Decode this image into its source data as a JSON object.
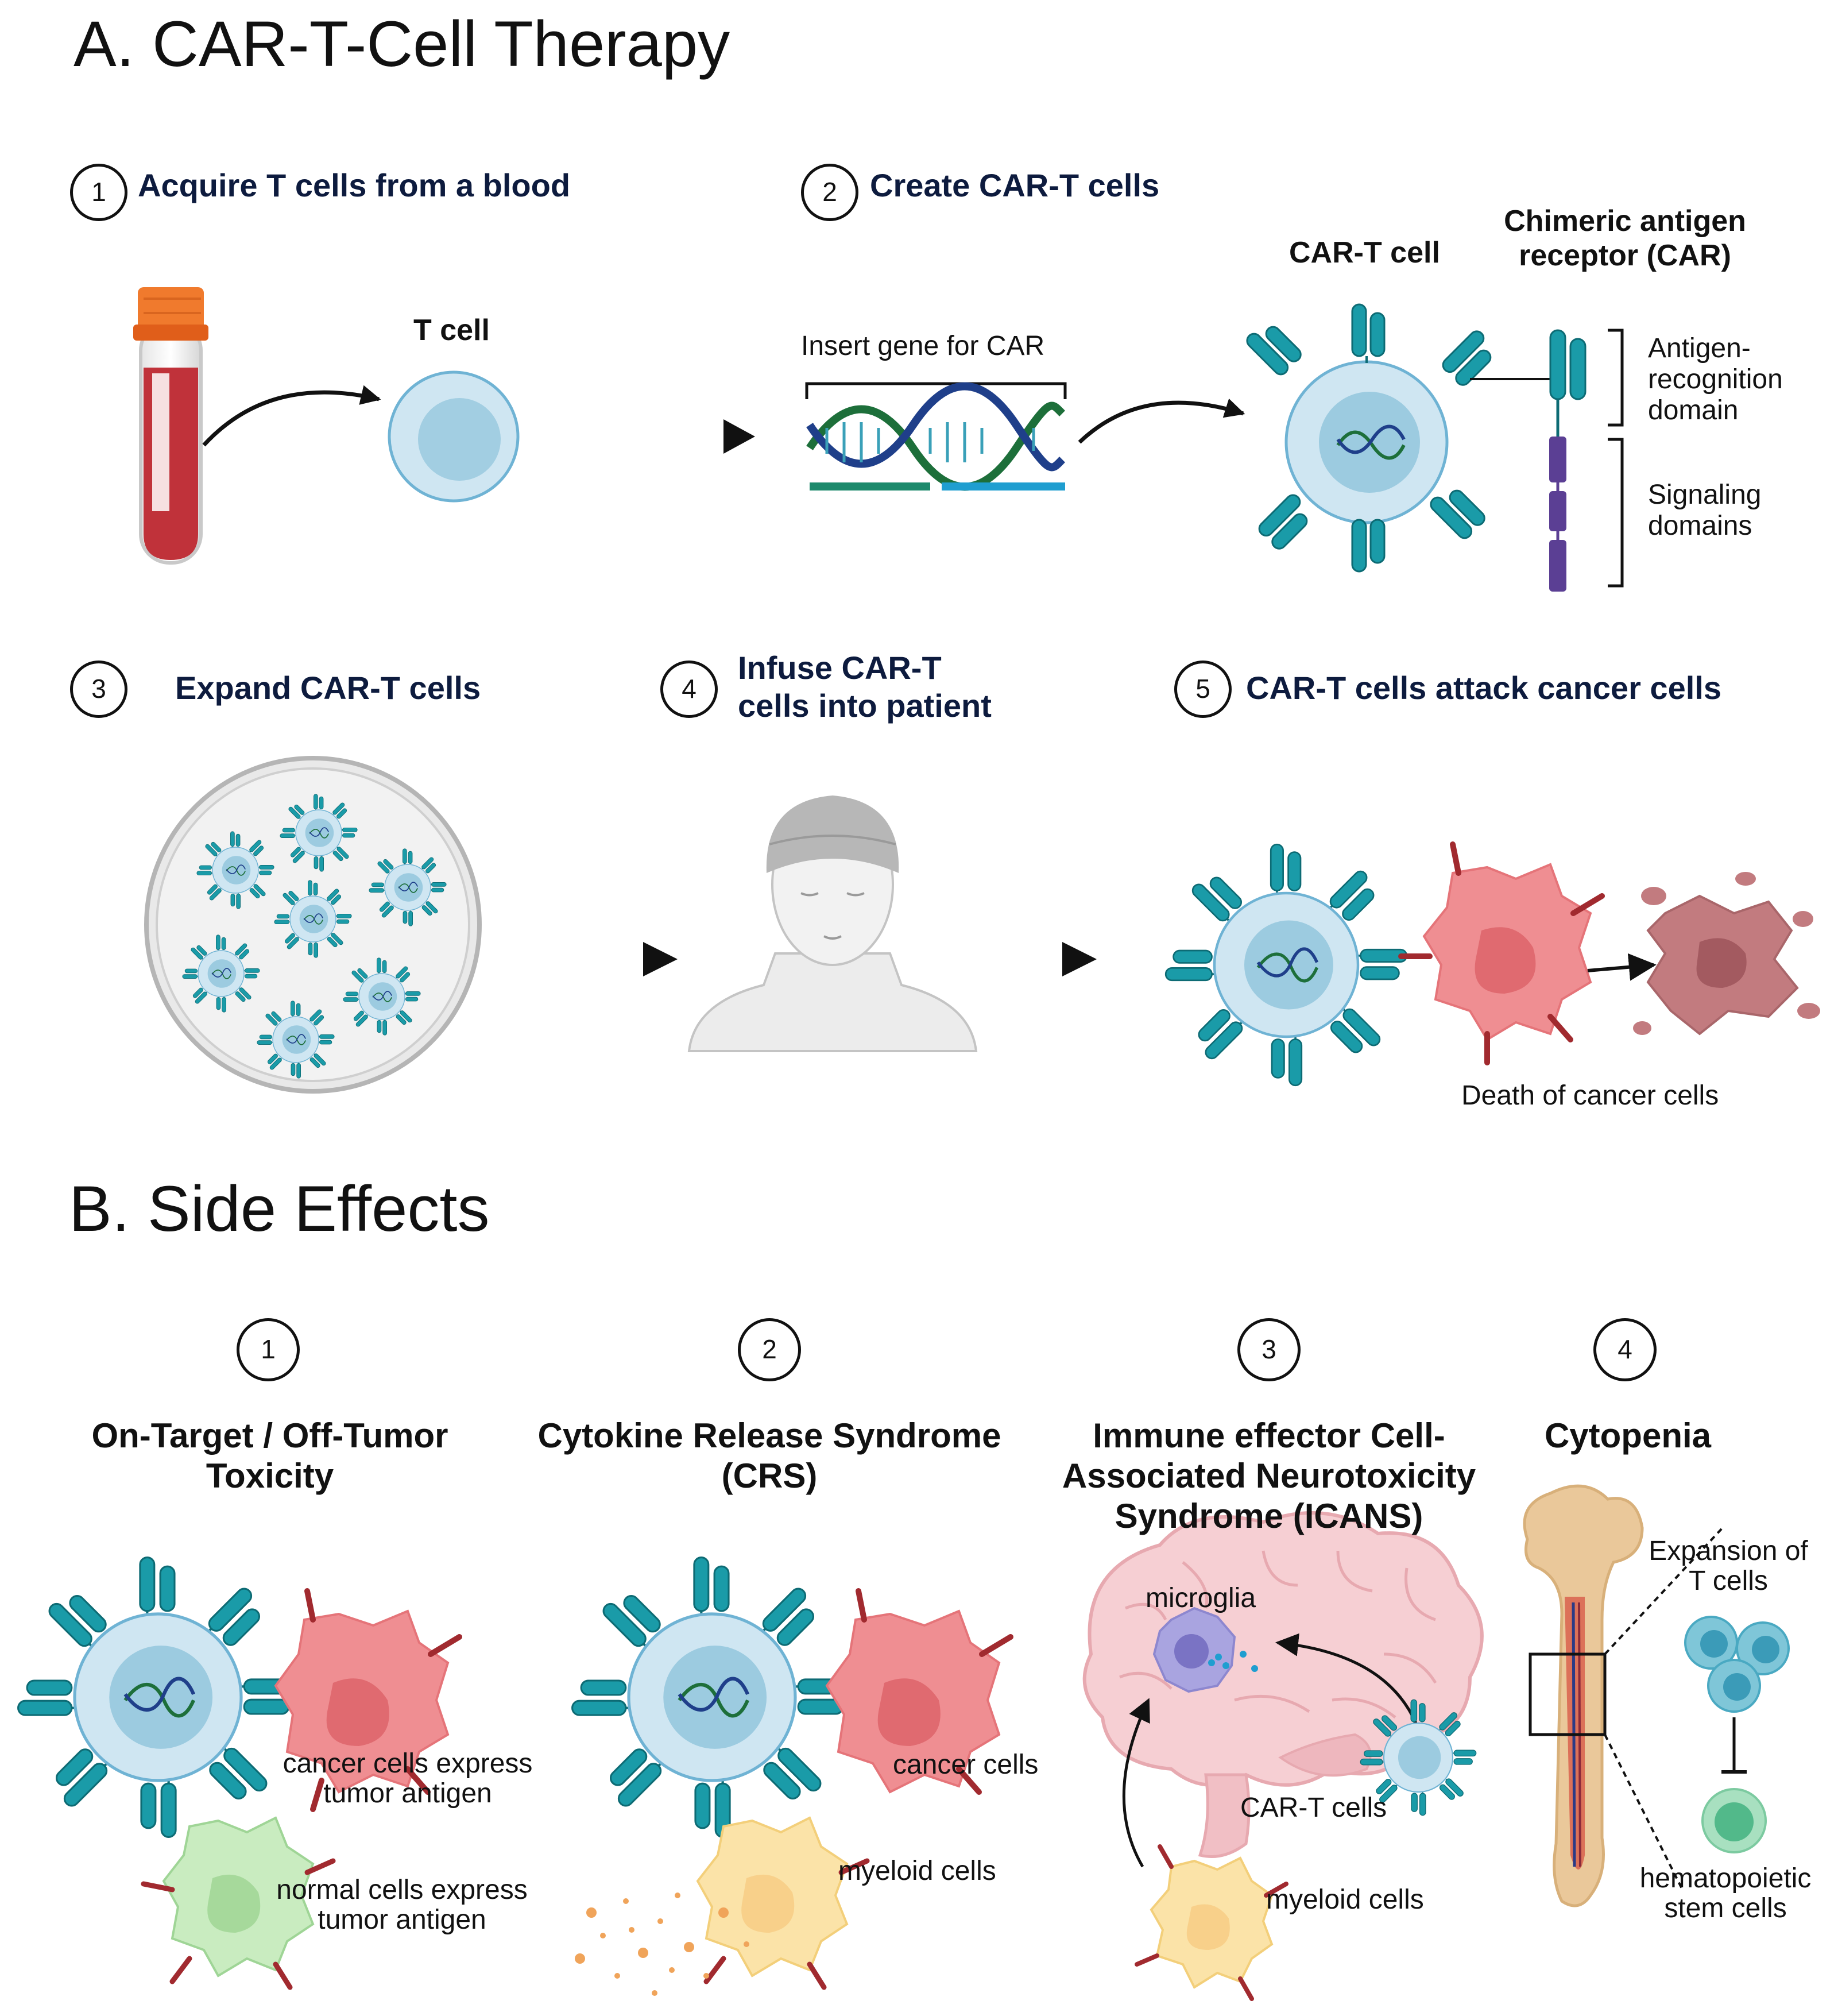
{
  "part_a": {
    "title": "A. CAR-T-Cell Therapy",
    "steps": [
      {
        "num": "1",
        "label": "Acquire T cells from a blood"
      },
      {
        "num": "2",
        "label": "Create CAR-T cells"
      },
      {
        "num": "3",
        "label": "Expand CAR-T cells"
      },
      {
        "num": "4",
        "label": "Infuse CAR-T cells into patient"
      },
      {
        "num": "5",
        "label": "CAR-T cells attack cancer cells"
      }
    ],
    "labels": {
      "t_cell": "T cell",
      "insert_gene": "Insert gene for CAR",
      "car_t_cell": "CAR-T cell",
      "car_receptor": "Chimeric antigen receptor (CAR)",
      "antigen_domain": "Antigen-recognition domain",
      "signaling_domains": "Signaling domains",
      "death": "Death of cancer cells"
    }
  },
  "part_b": {
    "title": "B. Side Effects",
    "effects": [
      {
        "num": "1",
        "title": "On-Target / Off-Tumor Toxicity"
      },
      {
        "num": "2",
        "title": "Cytokine Release Syndrome (CRS)"
      },
      {
        "num": "3",
        "title": "Immune effector Cell-Associated Neurotoxicity Syndrome (ICANS)"
      },
      {
        "num": "4",
        "title": "Cytopenia"
      }
    ],
    "labels": {
      "cancer_express": "cancer cells express tumor antigen",
      "normal_express": "normal cells express tumor antigen",
      "cancer_cells": "cancer cells",
      "myeloid_cells": "myeloid cells",
      "microglia": "microglia",
      "car_t_cells": "CAR-T cells",
      "myeloid_cells_2": "myeloid cells",
      "expansion": "Expansion of T cells",
      "hsc": "hematopoietic stem cells"
    }
  },
  "colors": {
    "tcell_fill": "#cfe6f2",
    "tcell_nucleus": "#9ccbe0",
    "receptor": "#1a9ba8",
    "signal": "#5b3f94",
    "cancer": "#ef8e92",
    "cancer_nucleus": "#e06a70",
    "myeloid": "#fbe3a8",
    "normal": "#c9ecc0",
    "blood": "#c0323a",
    "cap": "#f07a2d",
    "dna_green": "#1d8a6c",
    "dna_blue": "#1f9ed0",
    "brain": "#f6cfd3",
    "bone": "#eac89a",
    "hsc": "#52b98a"
  }
}
